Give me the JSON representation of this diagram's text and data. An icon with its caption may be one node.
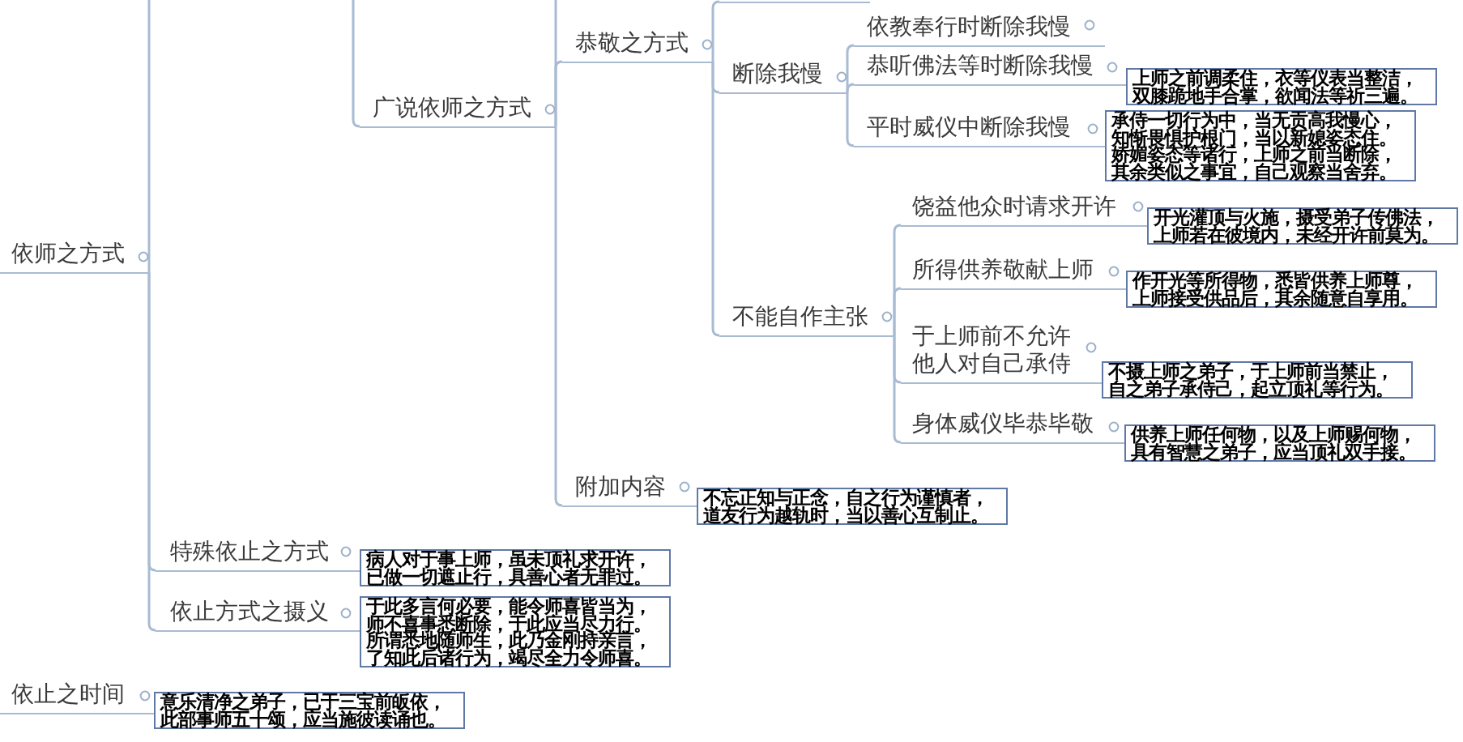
{
  "diagram": {
    "nodes": [
      {
        "text": [
          "依师之方式"
        ]
      },
      {
        "text": [
          "广说依师之方式"
        ]
      },
      {
        "text": [
          "恭敬之方式"
        ]
      },
      {
        "text": [],
        "shape": "line"
      },
      {
        "text": [
          "断除我慢"
        ]
      },
      {
        "text": [
          "依教奉行时断除我慢"
        ]
      },
      {
        "text": [
          "恭听佛法等时断除我慢"
        ]
      },
      {
        "text": [
          "上师之前调柔住，衣等仪表当整洁，双膝跪地手合掌，欲闻法等祈三遍。"
        ]
      },
      {
        "text": [
          "平时威仪中断除我慢"
        ]
      },
      {
        "text": [
          "承侍一切行为中，当无贡高我慢心，知惭畏惧护根门，当以新媳姿态住。娇媚姿态等诸行，上师之前当断除，其余类似之事宜，自己观察当舍弃。"
        ]
      },
      {
        "text": [
          "不能自作主张"
        ]
      },
      {
        "text": [
          "饶益他众时请求开许"
        ]
      },
      {
        "text": [
          "开光灌顶与火施，摄受弟子传佛法，上师若在彼境内，未经开许前莫为。"
        ]
      },
      {
        "text": [
          "所得供养敬献上师"
        ]
      },
      {
        "text": [
          "作开光等所得物，悉皆供养上师尊，上师接受供品后，其余随意自享用。"
        ]
      },
      {
        "text": [
          "于上师前不允许他人对自己承侍"
        ]
      },
      {
        "text": [
          "不摄上师之弟子，于上师前当禁止，自之弟子承侍己，起立顶礼等行为。"
        ]
      },
      {
        "text": [
          "身体威仪毕恭毕敬"
        ]
      },
      {
        "text": [
          "供养上师任何物，以及上师赐何物，具有智慧之弟子，应当顶礼双手接。"
        ]
      },
      {
        "text": [
          "附加内容"
        ]
      },
      {
        "text": [
          "不忘正知与正念，自之行为谨慎者，道友行为越轨时，当以善心互制止。"
        ]
      },
      {
        "text": [
          "特殊依止之方式"
        ]
      },
      {
        "text": [
          "病人对于事上师，虽未顶礼求开许，已做一切遮止行，具善心者无罪过。"
        ]
      },
      {
        "text": [
          "依止方式之摄义"
        ]
      },
      {
        "text": [
          "于此多言何必要，能令师喜皆当为，师不喜事悉断除，于此应当尽力行。所谓悉地随师生，此乃金刚持亲言，了知此后诸行为，竭尽全力令师喜。"
        ]
      },
      {
        "text": [
          "依止之时间"
        ]
      },
      {
        "text": [
          "意乐清净之弟子，已于三宝前皈依，此部事师五十颂，应当施彼读诵也。"
        ]
      }
    ],
    "edges": [
      {
        "from": 0,
        "to": null,
        "arrow": "none"
      },
      {
        "from": 0,
        "to": 21,
        "arrow": "none"
      },
      {
        "from": 0,
        "to": 23,
        "arrow": "none"
      },
      {
        "from": null,
        "to": 1,
        "arrow": "none"
      },
      {
        "from": 1,
        "to": null,
        "arrow": "none"
      },
      {
        "from": 1,
        "to": 2,
        "arrow": "none"
      },
      {
        "from": 1,
        "to": 19,
        "arrow": "none"
      },
      {
        "from": 2,
        "to": 3,
        "arrow": "none"
      },
      {
        "from": 2,
        "to": 4,
        "arrow": "none"
      },
      {
        "from": 2,
        "to": 10,
        "arrow": "none"
      },
      {
        "from": 4,
        "to": 5,
        "arrow": "none"
      },
      {
        "from": 4,
        "to": 6,
        "arrow": "none"
      },
      {
        "from": 4,
        "to": 8,
        "arrow": "none"
      },
      {
        "from": 10,
        "to": 11,
        "arrow": "none"
      },
      {
        "from": 10,
        "to": 13,
        "arrow": "none"
      },
      {
        "from": 10,
        "to": 15,
        "arrow": "none"
      },
      {
        "from": 10,
        "to": 17,
        "arrow": "none"
      }
    ]
  }
}
